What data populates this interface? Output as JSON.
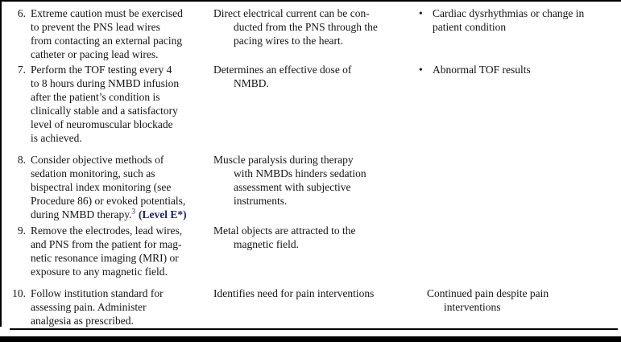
{
  "page": {
    "text_color": "#141414",
    "level_accent_color": "#1b1b78",
    "border_color": "#000000"
  },
  "table": {
    "rows": [
      {
        "number": "6.",
        "step_lines": [
          "Extreme caution must be exercised",
          "to prevent the PNS lead wires",
          "from contacting an external pacing",
          "catheter or pacing lead wires."
        ],
        "rationale_lines": [
          "Direct electrical current can be con-",
          "ducted from the PNS through the",
          "pacing wires to the heart."
        ],
        "consideration": {
          "bullet": "•",
          "lines": [
            "Cardiac dysrhythmias or change in",
            "patient condition"
          ]
        }
      },
      {
        "number": "7.",
        "step_lines": [
          "Perform the TOF testing every 4",
          "to 8 hours during NMBD infusion",
          "after the patient’s condition is",
          "clinically stable and a satisfactory",
          "level of neuromuscular blockade",
          "is achieved."
        ],
        "rationale_lines": [
          "Determines an effective dose of",
          "NMBD."
        ],
        "consideration": {
          "bullet": "•",
          "lines": [
            "Abnormal TOF results"
          ]
        }
      },
      {
        "number": "8.",
        "step_lines": [
          "Consider objective methods of",
          "sedation monitoring, such as",
          "bispectral index monitoring (see",
          "Procedure 86) or evoked potentials,",
          "during NMBD therapy."
        ],
        "step_sup": "3",
        "step_level": "(Level E*)",
        "rationale_lines": [
          "Muscle paralysis during therapy",
          "with NMBDs hinders sedation",
          "assessment with subjective",
          "instruments."
        ],
        "consideration": null
      },
      {
        "number": "9.",
        "step_lines": [
          "Remove the electrodes, lead wires,",
          "and PNS from the patient for mag-",
          "netic resonance imaging (MRI) or",
          "exposure to any magnetic field."
        ],
        "rationale_lines": [
          "Metal objects are attracted to the",
          "magnetic field."
        ],
        "consideration": null
      },
      {
        "number": "10.",
        "step_lines": [
          "Follow institution standard for",
          "assessing pain. Administer",
          "analgesia as prescribed."
        ],
        "rationale_lines": [
          "Identifies need for pain interventions"
        ],
        "consideration": {
          "bullet": "",
          "lines": [
            "Continued pain despite pain",
            "interventions"
          ]
        }
      }
    ]
  }
}
